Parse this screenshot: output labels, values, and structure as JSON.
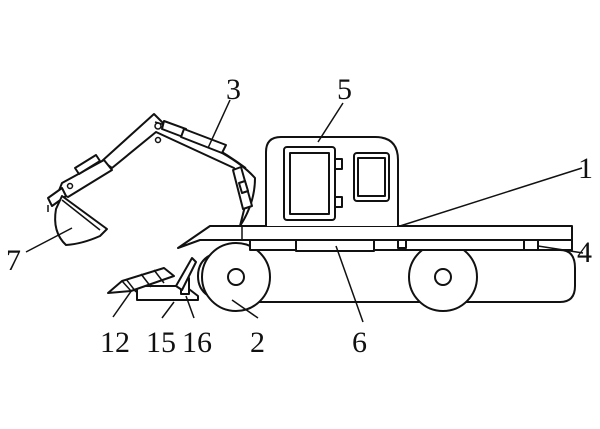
{
  "labels": {
    "n1": "1",
    "n2": "2",
    "n3": "3",
    "n4": "4",
    "n5": "5",
    "n6": "6",
    "n7": "7",
    "n12": "12",
    "n15": "15",
    "n16": "16"
  },
  "colors": {
    "stroke": "#111111",
    "background": "#ffffff"
  }
}
